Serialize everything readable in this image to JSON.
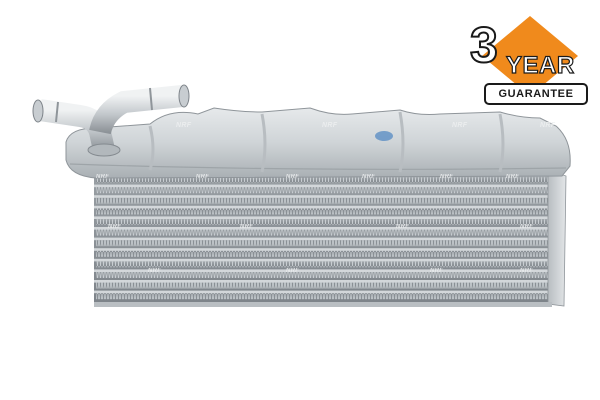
{
  "image": {
    "subject": "NRF intercooler with inlet pipe",
    "embossed_logo": "NRF",
    "colors": {
      "background": "#ffffff",
      "aluminium_light": "#d9dde0",
      "aluminium_mid": "#a9afb4",
      "aluminium_dark": "#6e757b",
      "badge_orange": "#f08a1c",
      "badge_outline": "#1a1a1a"
    }
  },
  "badge": {
    "number": "3",
    "year": "YEAR",
    "guarantee": "GUARANTEE"
  }
}
